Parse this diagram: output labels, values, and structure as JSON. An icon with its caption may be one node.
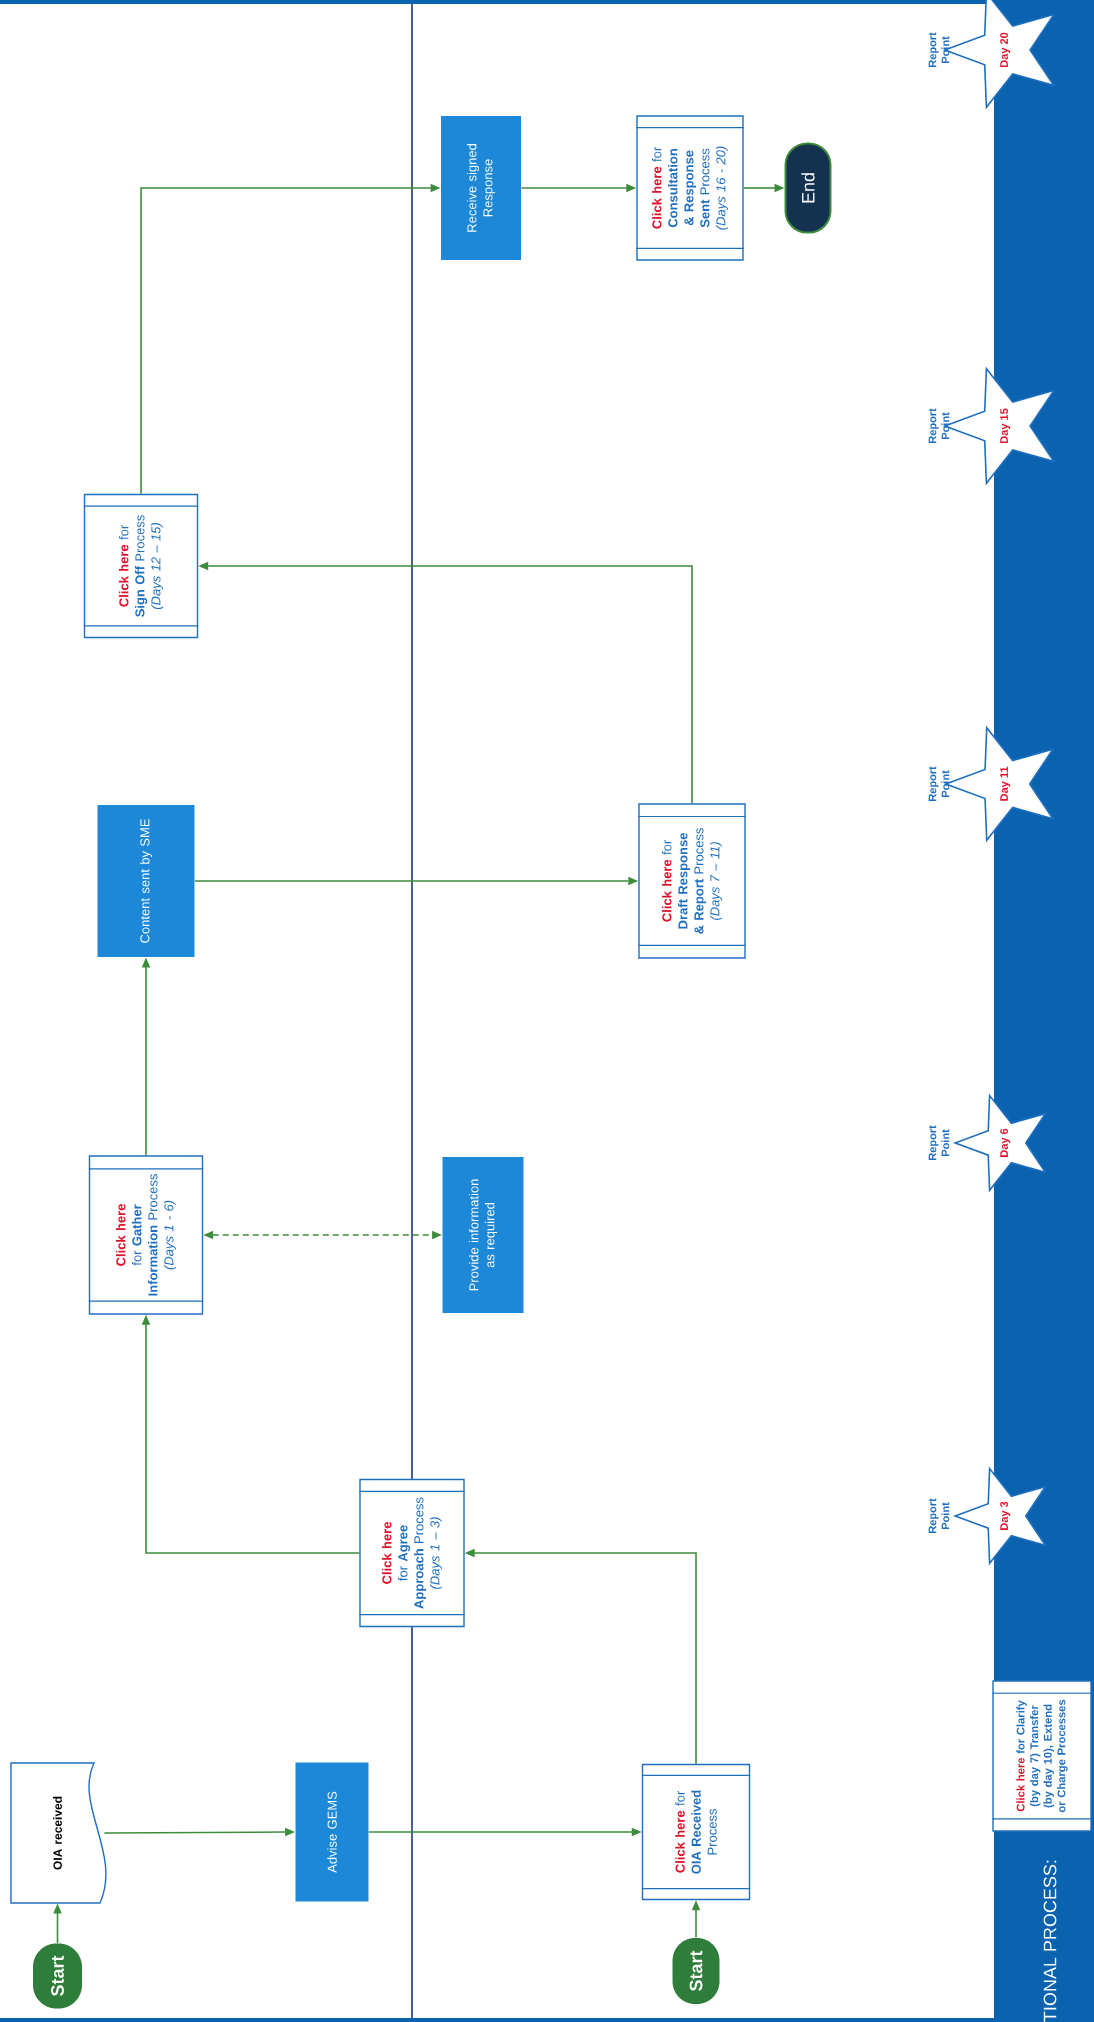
{
  "diagram": {
    "nodes": [
      {
        "text": [
          "Start"
        ]
      },
      {
        "text": [
          "OIA received"
        ]
      },
      {
        "text": [
          "Advise GEMS"
        ]
      },
      {
        "text": [
          "Start"
        ]
      },
      {
        "text": [
          "Click here",
          "for **OIA Received** Process"
        ]
      },
      {
        "text": [
          "Click here",
          "for **Agree Approach** Process",
          "(Days 1 – 3)"
        ]
      },
      {
        "text": [
          "Click here",
          "for **Gather Information** Process",
          "(Days 1 - 6)"
        ]
      },
      {
        "text": [
          "Provide information as required"
        ]
      },
      {
        "text": [
          "Content sent by SME"
        ]
      },
      {
        "text": [
          "Click here",
          "for **Draft Response & Report** Process",
          "(Days 7 – 11)"
        ]
      },
      {
        "text": [
          "Click here",
          "for **Sign Off** Process",
          "(Days 12 – 15)"
        ]
      },
      {
        "text": [
          "Receive signed Response"
        ]
      },
      {
        "text": [
          "Click here",
          "for **Consultation & Response Sent** Process",
          "(Days 16 - 20)"
        ]
      },
      {
        "text": [
          "End"
        ]
      },
      {
        "text": [
          "Click here",
          "for Clarify (by day 7) Transfer (by day 10), Extend or Charge Processes"
        ]
      },
      {
        "text": [
          "Day 3"
        ],
        "beside": [
          "Report Point"
        ]
      },
      {
        "text": [
          "Day 6"
        ],
        "beside": [
          "Report Point"
        ]
      },
      {
        "text": [
          "Day 11"
        ],
        "beside": [
          "Report Point"
        ]
      },
      {
        "text": [
          "Day 15"
        ],
        "beside": [
          "Report Point"
        ]
      },
      {
        "text": [
          "Day 20"
        ],
        "beside": [
          "Report Point"
        ]
      }
    ],
    "edges": [
      {
        "from": 0,
        "to": 1,
        "arrow": "to"
      },
      {
        "from": 1,
        "to": 2,
        "arrow": "to"
      },
      {
        "from": 2,
        "to": 4,
        "arrow": "to"
      },
      {
        "from": 3,
        "to": 4,
        "arrow": "to"
      },
      {
        "from": 4,
        "to": 5,
        "arrow": "to"
      },
      {
        "from": 5,
        "to": 6,
        "arrow": "to"
      },
      {
        "from": 6,
        "to": 7,
        "arrow": "both",
        "style": "dashed"
      },
      {
        "from": 6,
        "to": 8,
        "arrow": "to"
      },
      {
        "from": 8,
        "to": 9,
        "arrow": "to"
      },
      {
        "from": 9,
        "to": 10,
        "arrow": "to"
      },
      {
        "from": 10,
        "to": 11,
        "arrow": "to"
      },
      {
        "from": 11,
        "to": 12,
        "arrow": "to"
      },
      {
        "from": 12,
        "to": 13,
        "arrow": "to"
      }
    ],
    "labels": [
      "TIONAL PROCESS:"
    ]
  }
}
